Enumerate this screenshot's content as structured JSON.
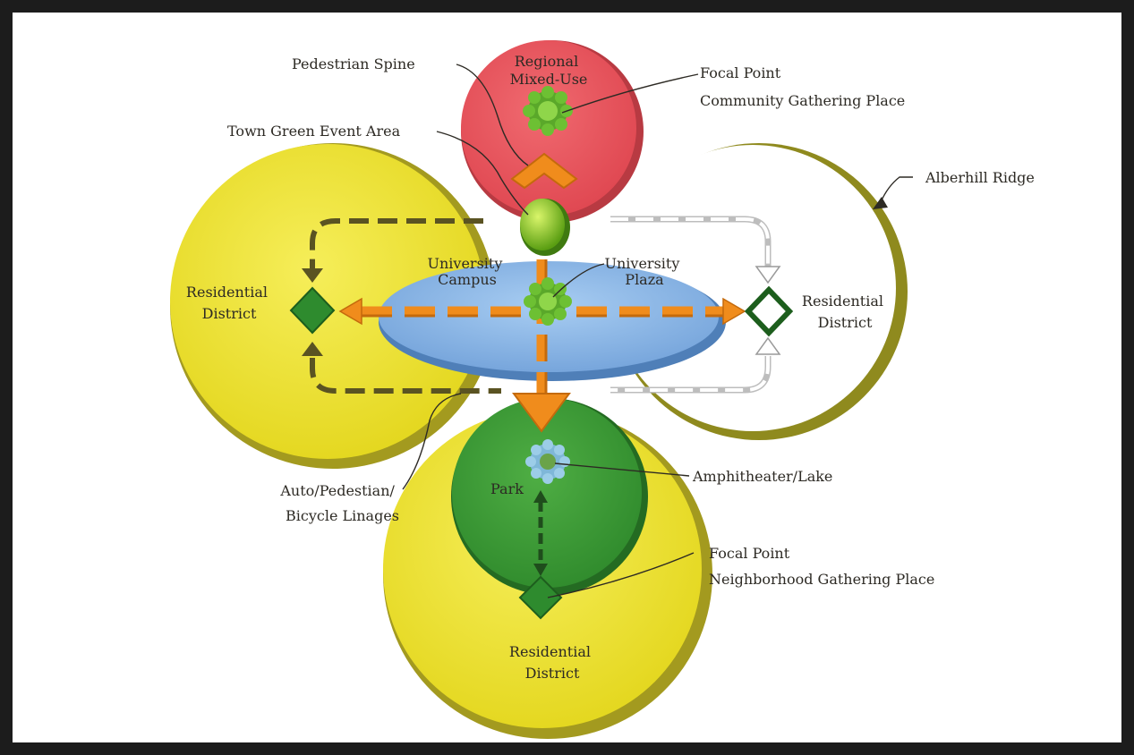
{
  "diagram": {
    "zones": {
      "regional_mixed_use": [
        "Regional",
        "Mixed-Use"
      ],
      "residential_west": [
        "Residential",
        "District"
      ],
      "residential_east": [
        "Residential",
        "District"
      ],
      "residential_south": [
        "Residential",
        "District"
      ],
      "university_campus": [
        "University",
        "Campus"
      ],
      "university_plaza": [
        "University",
        "Plaza"
      ],
      "park": "Park"
    },
    "callouts": {
      "pedestrian_spine": "Pedestrian Spine",
      "focal_point_community": [
        "Focal Point",
        "Community Gathering Place"
      ],
      "town_green": "Town Green Event Area",
      "alberhill_ridge": "Alberhill Ridge",
      "auto_linkages": [
        "Auto/Pedestian/",
        "Bicycle Linages"
      ],
      "amphitheater_lake": "Amphitheater/Lake",
      "focal_point_neighborhood": [
        "Focal Point",
        "Neighborhood Gathering Place"
      ]
    },
    "colors": {
      "frame": "#1c1c1c",
      "red_zone": "#e8525a",
      "yellow_zone": "#ece02b",
      "yellow_ring": "#a39a1f",
      "olive_ring": "#8f8a1e",
      "blue_campus": "#8fb9e6",
      "park_green": "#3f9d3a",
      "orange_arrow": "#f08c1c",
      "dark_path": "#5a5322",
      "diamond_green": "#2e8b2e"
    }
  }
}
